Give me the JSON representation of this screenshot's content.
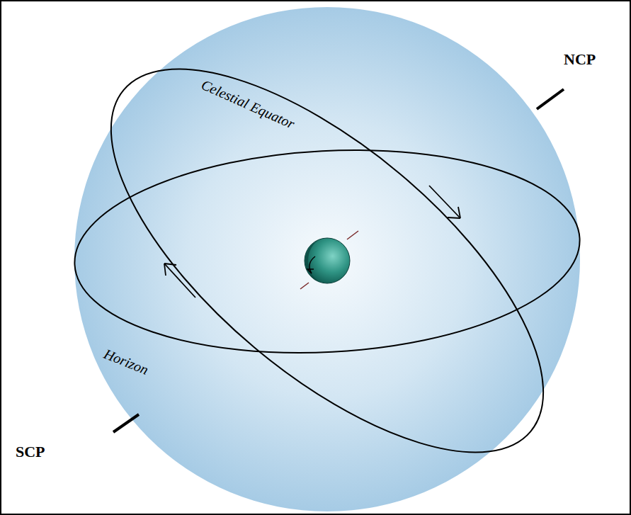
{
  "diagram": {
    "labels": [
      "Celestial Equator",
      "Horizon",
      "NCP",
      "SCP"
    ]
  }
}
